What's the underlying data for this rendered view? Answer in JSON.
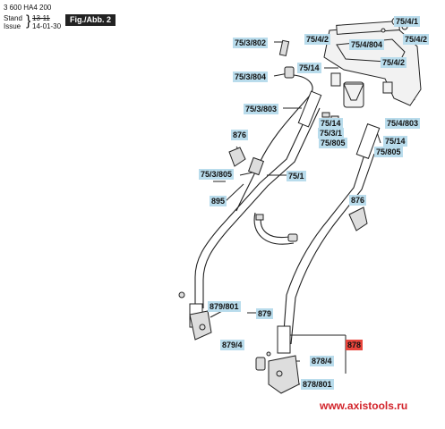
{
  "header": {
    "part_number": "3 600 HA4 200",
    "stand_label": "Stand",
    "stand_value": "13-11",
    "issue_label": "Issue",
    "issue_value": "14-01-30",
    "figure_tag": "Fig./Abb. 2"
  },
  "callouts": {
    "c754_1": "75/4/1",
    "c754_2a": "75/4/2",
    "c754_2b": "75/4/2",
    "c754_2c": "75/4/2",
    "c753_802": "75/3/802",
    "c754_804": "75/4/804",
    "c75_14a": "75/14",
    "c753_804": "75/3/804",
    "c753_803": "75/3/803",
    "c754_803": "75/4/803",
    "c75_14b": "75/14",
    "c75_3_1": "75/3/1",
    "c75_805a": "75/805",
    "c75_14c": "75/14",
    "c75_805b": "75/805",
    "c876a": "876",
    "c753_805": "75/3/805",
    "c75_1": "75/1",
    "c895": "895",
    "c876b": "876",
    "c879_801": "879/801",
    "c879": "879",
    "c879_4": "879/4",
    "c878": "878",
    "c878_4": "878/4",
    "c878_801": "878/801"
  },
  "watermark": "www.axistools.ru",
  "colors": {
    "callout": "#b9dcec",
    "highlight": "#e8453c",
    "watermark": "#d2232a"
  }
}
